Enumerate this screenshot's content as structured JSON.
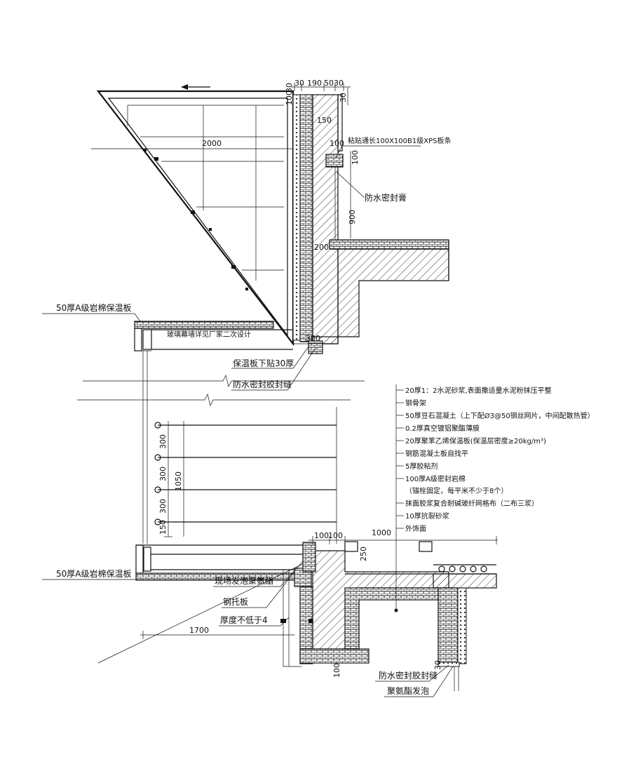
{
  "dimensions": {
    "top_30a": "30",
    "top_190": "190",
    "top_50": "50",
    "top_30b": "30",
    "right_30": "30",
    "v_100": "100",
    "v_30": "30",
    "v_150": "150",
    "v_100b": "100",
    "v_100c": "100",
    "v_900": "900",
    "v_200": "200",
    "span_2000": "2000",
    "bottom_300": "300",
    "glass_300a": "300",
    "glass_300b": "300",
    "glass_300c": "300",
    "glass_150": "150",
    "glass_1050": "1050",
    "lower_100a": "100",
    "lower_100b": "100",
    "lower_1000": "1000",
    "lower_250": "250",
    "lower_1700": "1700",
    "lower_100v": "100",
    "lower_30": "30"
  },
  "labels": {
    "xps_strip": "粘贴通长100X100B1级XPS板条",
    "waterproof_paste": "防水密封膏",
    "rockwool_top": "50厚A级岩棉保温板",
    "curtain_wall_note": "玻璃幕墙详见厂家二次设计",
    "insulation_under": "保温板下贴30厚",
    "sealant_joint_top": "防水密封胶封缝",
    "rockwool_bottom": "50厚A级岩棉保温板",
    "pu_foam_site": "现场发泡聚氨酯",
    "steel_plate": "钢托板",
    "thickness_min": "厚度不低于4",
    "sealant_joint_bottom": "防水密封胶封缝",
    "pu_foam": "聚氨酯发泡"
  },
  "layer_legend": [
    "20厚1：2水泥砂浆,表面撒适量水泥粉抹压平整",
    "钢骨架",
    "50厚豆石混凝土（上下配Ø3@50钢丝网片，中间配散热管）",
    "0.2厚真空镀铝聚酯薄膜",
    "20厚聚苯乙烯保温板(保温层密度≥20kg/m³)",
    "钢筋混凝土板自找平",
    "5厚胶粘剂",
    "100厚A级密封岩棉",
    "（锚栓固定，每平米不少于8个）",
    "抹面胶浆复合耐碱玻纤网格布（二布三浆）",
    "10厚抗裂砂浆",
    "外饰面"
  ]
}
